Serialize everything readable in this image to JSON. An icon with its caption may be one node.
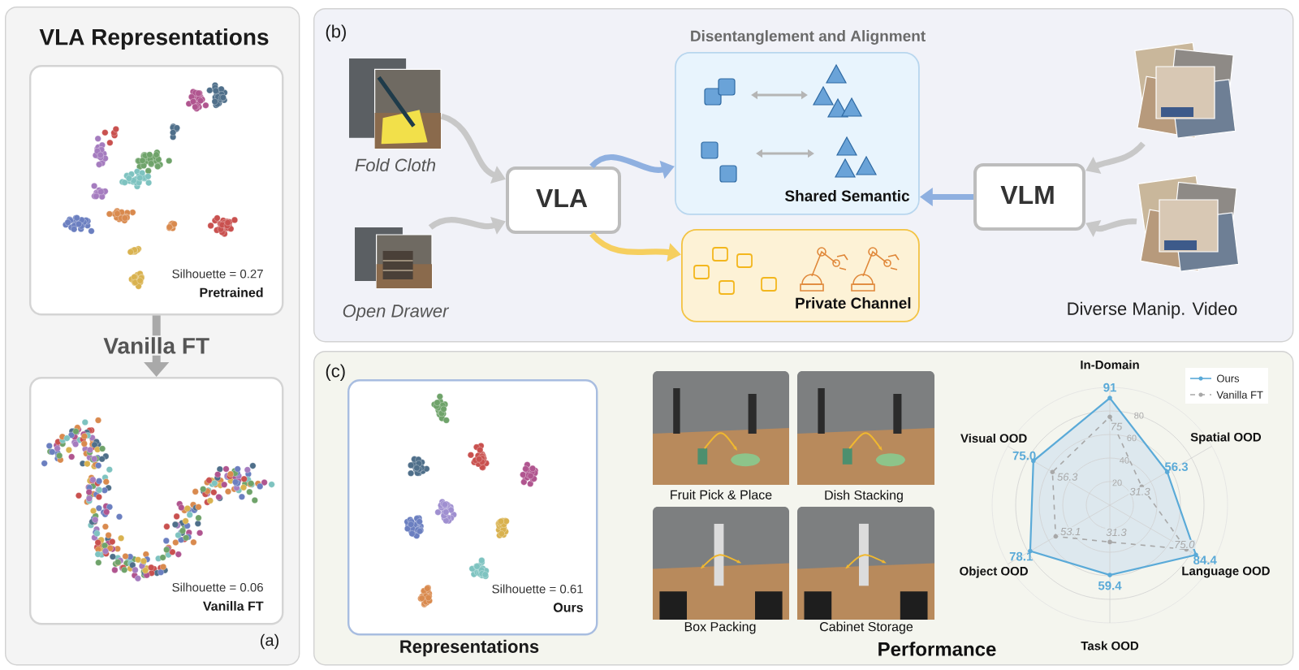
{
  "diagram": {
    "nodes": [
      {
        "text": [
          "VLA Representations",
          "(a)"
        ]
      },
      {
        "text": [
          "Silhouette = 0.27",
          "Pretrained"
        ],
        "in": 0
      },
      {
        "text": [
          "Silhouette = 0.06",
          "Vanilla FT"
        ],
        "in": 0
      },
      {
        "text": [
          "(b)"
        ]
      },
      {
        "text": [],
        "shape": "picture",
        "beside": [
          "Fold Cloth"
        ],
        "in": 3
      },
      {
        "text": [],
        "shape": "picture",
        "beside": [
          "Open Drawer"
        ],
        "in": 3
      },
      {
        "text": [
          "VLA"
        ],
        "in": 3
      },
      {
        "text": [
          "Disentanglement and Alignment",
          "Shared Semantic"
        ],
        "in": 3
      },
      {
        "text": [
          "Private Channel"
        ],
        "in": 3
      },
      {
        "text": [
          "VLM"
        ],
        "in": 3
      },
      {
        "text": [],
        "shape": "picture",
        "in": 3
      },
      {
        "text": [],
        "shape": "picture",
        "beside": [
          "Diverse Manip. Video"
        ],
        "in": 3
      },
      {
        "text": [
          "(c)"
        ]
      },
      {
        "text": [
          "Silhouette = 0.61",
          "Ours"
        ],
        "beside": [
          "Representations"
        ],
        "in": 12
      },
      {
        "text": [],
        "shape": "picture",
        "beside": [
          "Fruit Pick & Place"
        ],
        "in": 12
      },
      {
        "text": [],
        "shape": "picture",
        "beside": [
          "Dish Stacking"
        ],
        "in": 12
      },
      {
        "text": [],
        "shape": "picture",
        "beside": [
          "Box Packing"
        ],
        "in": 12
      },
      {
        "text": [],
        "shape": "picture",
        "beside": [
          "Cabinet Storage"
        ],
        "in": 12
      }
    ],
    "edges": [
      {
        "from": 1,
        "to": 2,
        "arrow": "to",
        "label": "Vanilla FT"
      },
      {
        "from": 4,
        "to": 6,
        "arrow": "to"
      },
      {
        "from": 5,
        "to": 6,
        "arrow": "to"
      },
      {
        "from": 6,
        "to": 7,
        "arrow": "to",
        "color": "#8fb0e0"
      },
      {
        "from": 6,
        "to": 8,
        "arrow": "to",
        "color": "#f6cf5f"
      },
      {
        "from": 9,
        "to": 7,
        "arrow": "to",
        "color": "#8fb0e0"
      },
      {
        "from": 10,
        "to": 9,
        "arrow": "to"
      },
      {
        "from": 11,
        "to": 9,
        "arrow": "to"
      }
    ],
    "labels": [
      "Performance"
    ],
    "chart_data": {
      "type": "radar",
      "categories": [
        "In-Domain",
        "Spatial OOD",
        "Language OOD",
        "Task OOD",
        "Object OOD",
        "Visual OOD"
      ],
      "series": [
        {
          "name": "Ours",
          "color": "#5aaad8",
          "values": [
            91,
            56.3,
            84.4,
            59.4,
            78.1,
            75.0
          ]
        },
        {
          "name": "Vanilla FT",
          "color": "#a8a8a8",
          "values": [
            75,
            31.3,
            75.0,
            31.3,
            53.1,
            56.3
          ]
        }
      ],
      "ylim": [
        0,
        100
      ],
      "yticks": [
        20,
        40,
        60,
        80
      ],
      "legend": "upper right",
      "value_labels": [
        [
          "91",
          "56.3",
          "84.4",
          "59.4",
          "78.1",
          "75.0"
        ],
        [
          "75",
          "31.3",
          "75.0",
          "31.3",
          "53.1",
          "56.3"
        ]
      ]
    }
  }
}
